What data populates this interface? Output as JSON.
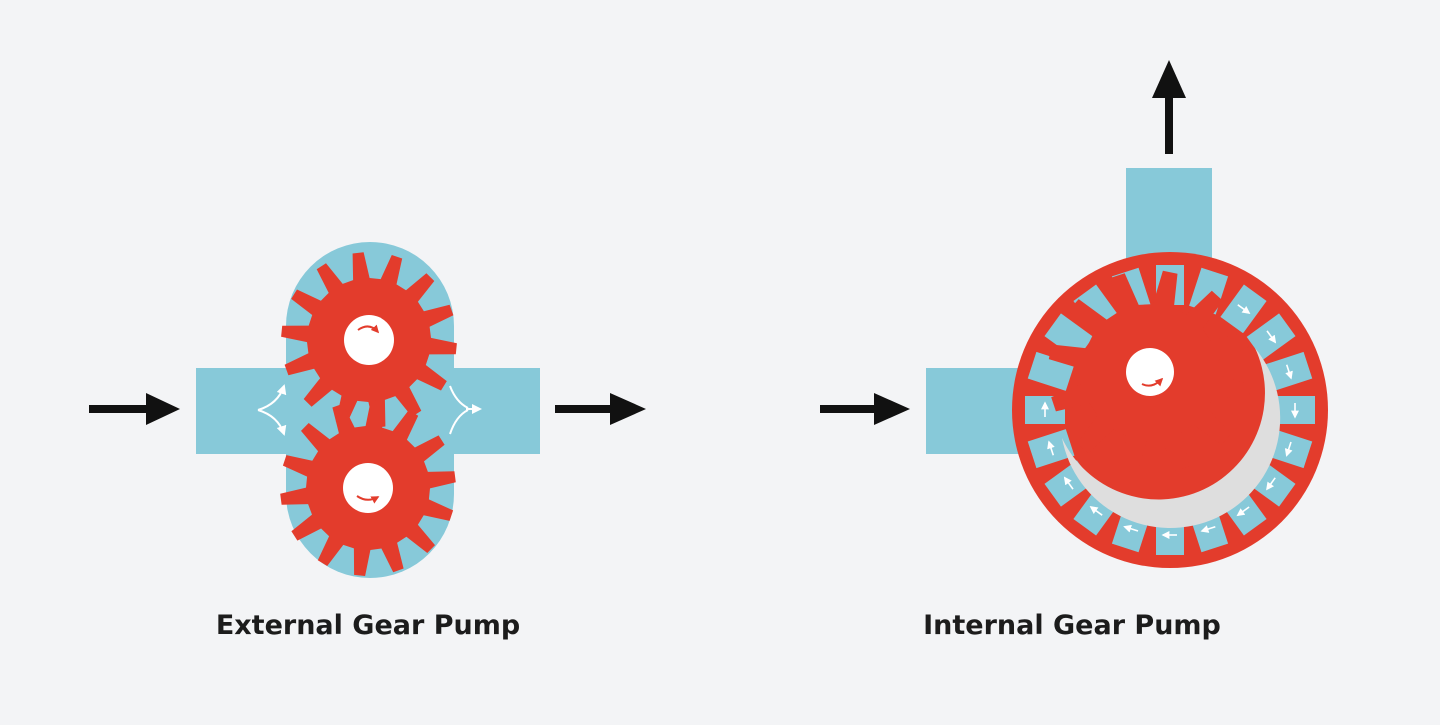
{
  "diagrams": [
    {
      "id": "external",
      "label": "External Gear Pump"
    },
    {
      "id": "internal",
      "label": "Internal Gear Pump"
    }
  ],
  "colors": {
    "background": "#f3f4f6",
    "fluid": "#87c9d9",
    "gear": "#e33c2c",
    "arrow": "#111111",
    "crescent": "#dedede",
    "hub": "#ffffff",
    "label": "#1c1c1c"
  },
  "icons": {
    "flow_arrow": "arrow-right-icon",
    "discharge_arrow": "arrow-up-icon",
    "rotation_arrow": "rotation-arrow-icon"
  }
}
